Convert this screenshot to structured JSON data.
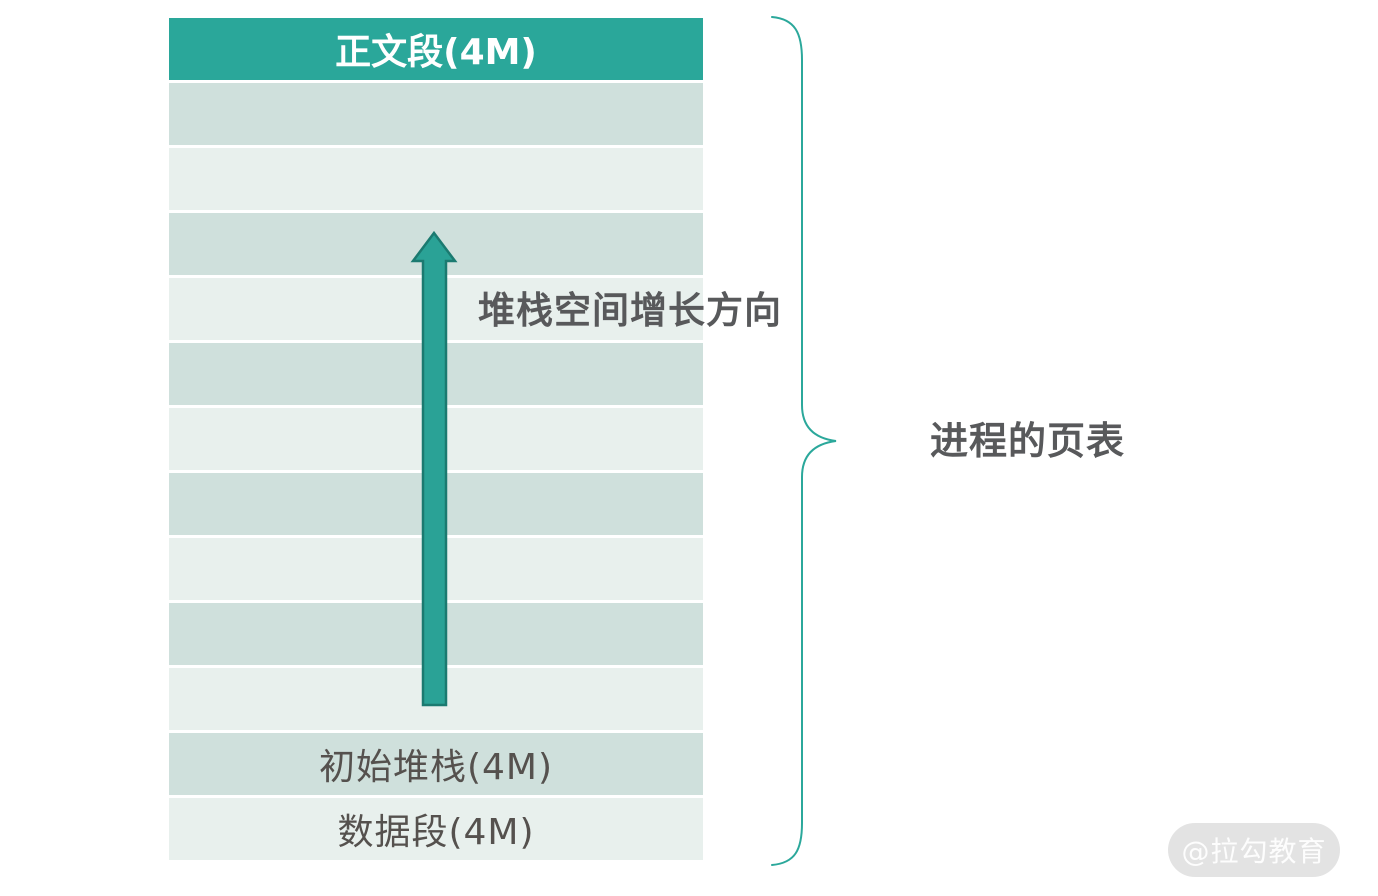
{
  "table": {
    "header": {
      "label": "正文段(4M)"
    },
    "rows": [
      {
        "shade": "dark",
        "label": ""
      },
      {
        "shade": "light",
        "label": ""
      },
      {
        "shade": "dark",
        "label": ""
      },
      {
        "shade": "light",
        "label": ""
      },
      {
        "shade": "dark",
        "label": ""
      },
      {
        "shade": "light",
        "label": ""
      },
      {
        "shade": "dark",
        "label": ""
      },
      {
        "shade": "light",
        "label": ""
      },
      {
        "shade": "dark",
        "label": ""
      },
      {
        "shade": "light",
        "label": ""
      },
      {
        "shade": "dark",
        "label": "初始堆栈(4M)"
      },
      {
        "shade": "light",
        "label": "数据段(4M)"
      }
    ]
  },
  "labels": {
    "arrow": "堆栈空间增长方向",
    "brace": "进程的页表"
  },
  "watermark": {
    "text": "@拉勾教育"
  },
  "colors": {
    "header-bg": "#2aa79a",
    "header-text": "#ffffff",
    "row-dark": "#cfe0dc",
    "row-light": "#e8f0ed",
    "arrow-fill": "#2aa296",
    "arrow-stroke": "#1b7a70",
    "brace-stroke": "#2ba89b",
    "label-dark": "#58595b",
    "row-label": "#55514e",
    "watermark-bg": "#e3e3e3",
    "watermark-text": "#fdfdfd"
  }
}
